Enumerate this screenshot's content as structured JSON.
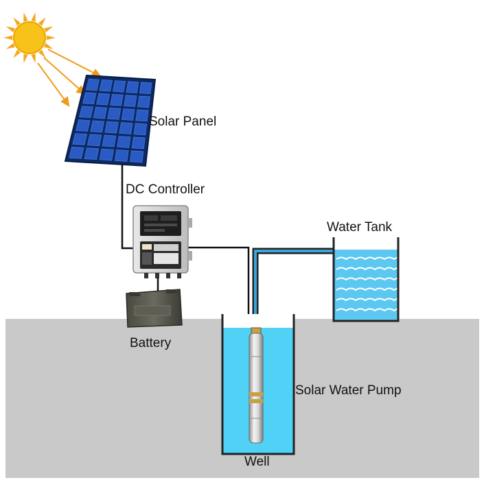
{
  "diagram": {
    "labels": {
      "solar_panel": "Solar Panel",
      "dc_controller": "DC Controller",
      "water_tank": "Water Tank",
      "battery": "Battery",
      "solar_water_pump": "Solar Water Pump",
      "well": "Well"
    },
    "colors": {
      "ground": "#c9c9c9",
      "water": "#4fd2f5",
      "tank_water": "#5cc8f2",
      "sun": "#f7c21a",
      "panel": "#1c3f8f",
      "wire": "#111111",
      "pipe": "#3aa7d8"
    }
  }
}
